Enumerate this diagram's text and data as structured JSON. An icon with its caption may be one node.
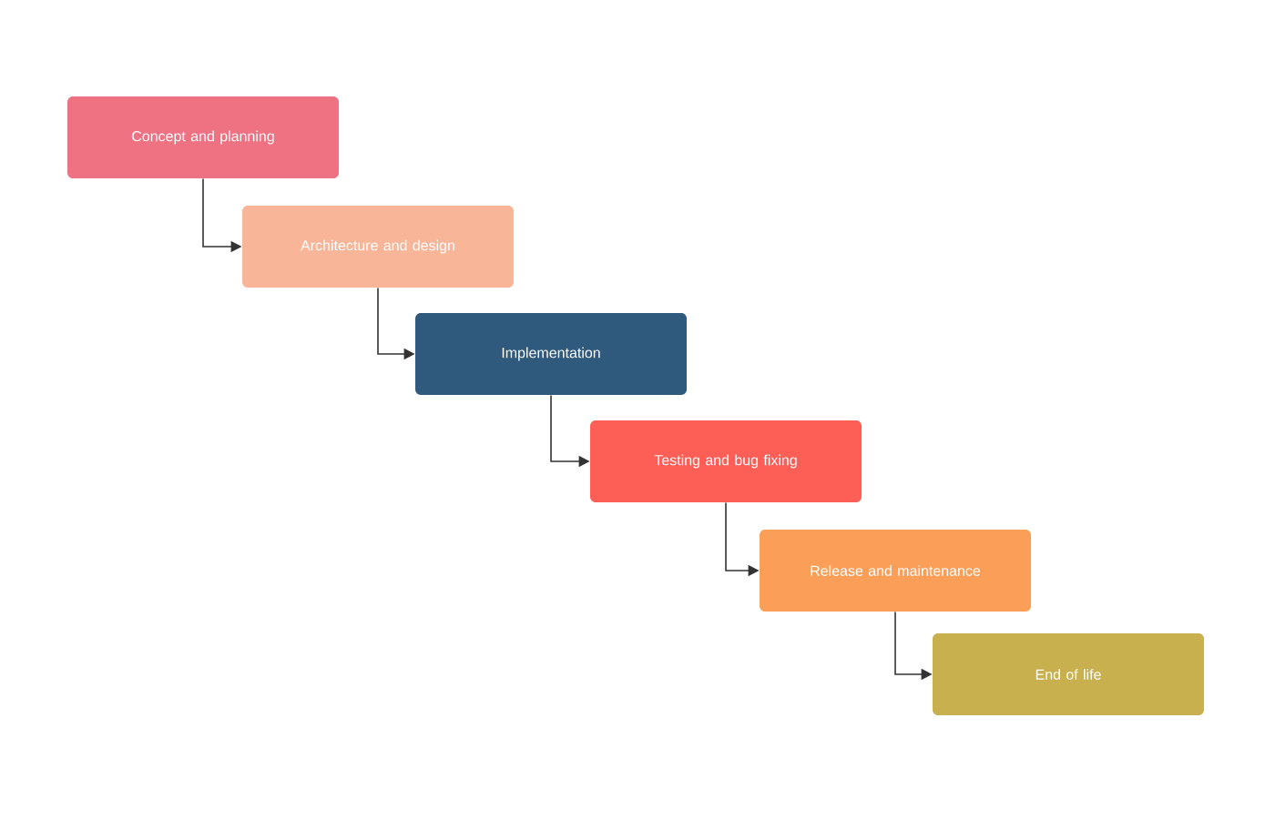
{
  "diagram": {
    "nodes": [
      {
        "text": [
          "Concept and planning"
        ]
      },
      {
        "text": [
          "Architecture and design"
        ]
      },
      {
        "text": [
          "Implementation"
        ]
      },
      {
        "text": [
          "Testing and bug fixing"
        ]
      },
      {
        "text": [
          "Release and maintenance"
        ]
      },
      {
        "text": [
          "End of life"
        ]
      }
    ],
    "edges": [
      {
        "from": 0,
        "to": 1,
        "arrow": "to"
      },
      {
        "from": 1,
        "to": 2,
        "arrow": "to"
      },
      {
        "from": 2,
        "to": 3,
        "arrow": "to"
      },
      {
        "from": 3,
        "to": 4,
        "arrow": "to"
      },
      {
        "from": 4,
        "to": 5,
        "arrow": "to"
      }
    ]
  }
}
